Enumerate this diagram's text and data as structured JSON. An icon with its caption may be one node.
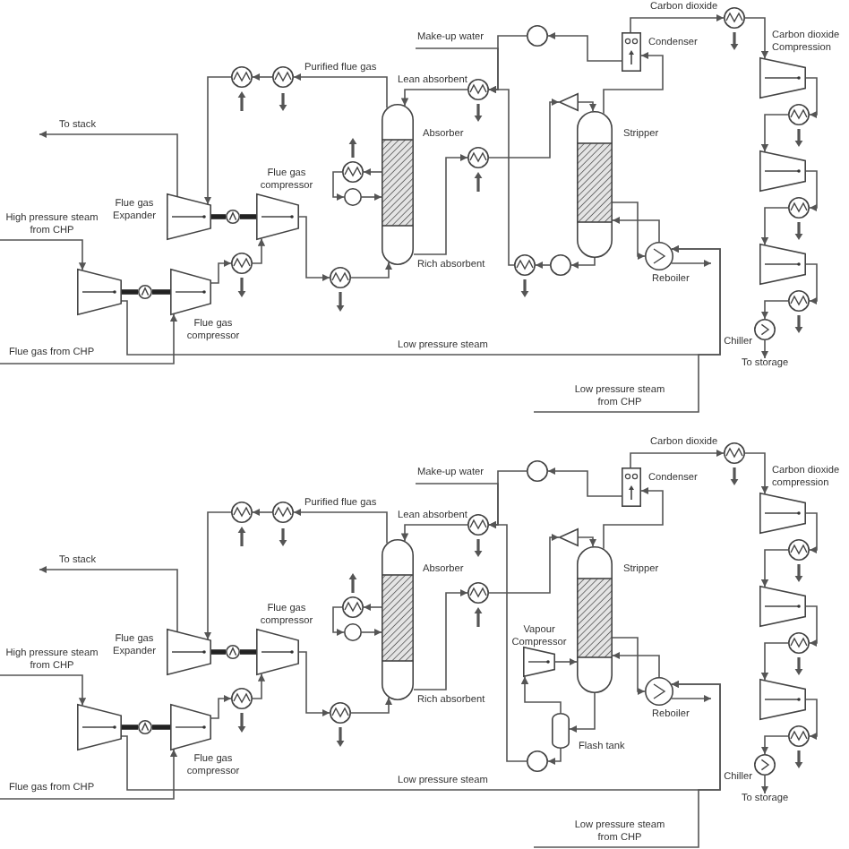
{
  "diagram": {
    "nodes": [
      {
        "text": [],
        "shape": "trapezoid"
      },
      {
        "text": [],
        "shape": "circle"
      },
      {
        "text": [
          "Flue gas compressor"
        ]
      },
      {
        "text": [],
        "shape": "circle"
      },
      {
        "text": [
          "Flue gas Expander"
        ]
      },
      {
        "text": [],
        "shape": "circle"
      },
      {
        "text": [
          "Flue gas compressor"
        ]
      },
      {
        "text": [],
        "shape": "circle"
      },
      {
        "text": [
          "Absorber"
        ]
      },
      {
        "text": [],
        "shape": "circle"
      },
      {
        "text": [],
        "shape": "circle"
      },
      {
        "text": [],
        "shape": "circle"
      },
      {
        "text": [],
        "shape": "circle"
      },
      {
        "text": [],
        "shape": "circle"
      },
      {
        "text": [],
        "shape": "circle"
      },
      {
        "text": [],
        "shape": "triangle"
      },
      {
        "text": [
          "Stripper"
        ]
      },
      {
        "text": [
          "Condenser"
        ]
      },
      {
        "text": [],
        "shape": "circle"
      },
      {
        "text": [],
        "shape": "circle"
      },
      {
        "text": [],
        "shape": "circle"
      },
      {
        "text": [
          "Reboiler"
        ]
      },
      {
        "text": [],
        "shape": "circle"
      },
      {
        "text": [
          "Carbon dioxide Compression"
        ]
      },
      {
        "text": [],
        "shape": "circle"
      },
      {
        "text": [],
        "shape": "trapezoid"
      },
      {
        "text": [],
        "shape": "circle"
      },
      {
        "text": [],
        "shape": "trapezoid"
      },
      {
        "text": [],
        "shape": "circle"
      },
      {
        "text": [
          "Chiller"
        ]
      },
      {
        "text": [
          "To storage"
        ]
      },
      {
        "text": [],
        "shape": "trapezoid"
      },
      {
        "text": [],
        "shape": "circle"
      },
      {
        "text": [
          "Flue gas compressor"
        ]
      },
      {
        "text": [],
        "shape": "circle"
      },
      {
        "text": [
          "Flue gas Expander"
        ]
      },
      {
        "text": [],
        "shape": "circle"
      },
      {
        "text": [
          "Flue gas compressor"
        ]
      },
      {
        "text": [],
        "shape": "circle"
      },
      {
        "text": [
          "Absorber"
        ]
      },
      {
        "text": [],
        "shape": "circle"
      },
      {
        "text": [],
        "shape": "circle"
      },
      {
        "text": [],
        "shape": "circle"
      },
      {
        "text": [],
        "shape": "circle"
      },
      {
        "text": [],
        "shape": "circle"
      },
      {
        "text": [],
        "shape": "circle"
      },
      {
        "text": [],
        "shape": "triangle"
      },
      {
        "text": [
          "Stripper"
        ]
      },
      {
        "text": [
          "Condenser"
        ]
      },
      {
        "text": [],
        "shape": "circle"
      },
      {
        "text": [],
        "shape": "circle"
      },
      {
        "text": [
          "Reboiler"
        ]
      },
      {
        "text": [],
        "shape": "circle"
      },
      {
        "text": [
          "Carbon dioxide compression"
        ]
      },
      {
        "text": [],
        "shape": "circle"
      },
      {
        "text": [],
        "shape": "trapezoid"
      },
      {
        "text": [],
        "shape": "circle"
      },
      {
        "text": [],
        "shape": "trapezoid"
      },
      {
        "text": [],
        "shape": "circle"
      },
      {
        "text": [
          "Chiller"
        ]
      },
      {
        "text": [
          "To storage"
        ]
      },
      {
        "text": [
          "Vapour Compressor"
        ]
      },
      {
        "text": [
          "Flash tank"
        ]
      }
    ],
    "edges": [
      {
        "from": null,
        "to": 0,
        "arrow": "to",
        "label": "High pressure steam from CHP"
      },
      {
        "from": 0,
        "to": 21,
        "arrow": "to",
        "label": "Low pressure steam"
      },
      {
        "from": null,
        "to": 21,
        "arrow": "to",
        "label": "Low pressure steam from CHP"
      },
      {
        "from": 0,
        "to": 1,
        "arrow": "none",
        "style": "thick"
      },
      {
        "from": 1,
        "to": 2,
        "arrow": "none",
        "style": "thick"
      },
      {
        "from": null,
        "to": 2,
        "arrow": "to",
        "label": "Flue gas from CHP"
      },
      {
        "from": 2,
        "to": 3,
        "arrow": "to"
      },
      {
        "from": 3,
        "to": 6,
        "arrow": "to"
      },
      {
        "from": 6,
        "to": 7,
        "arrow": "to"
      },
      {
        "from": 7,
        "to": 8,
        "arrow": "to"
      },
      {
        "from": 8,
        "to": 9,
        "arrow": "to"
      },
      {
        "from": 9,
        "to": 10,
        "arrow": "to"
      },
      {
        "from": 10,
        "to": 8,
        "arrow": "to"
      },
      {
        "from": 8,
        "to": 12,
        "arrow": "to",
        "label": "Purified flue gas"
      },
      {
        "from": 12,
        "to": 11,
        "arrow": "to"
      },
      {
        "from": 11,
        "to": 4,
        "arrow": "to"
      },
      {
        "from": 4,
        "to": null,
        "arrow": "to",
        "label": "To stack"
      },
      {
        "from": 4,
        "to": 5,
        "arrow": "none",
        "style": "thick"
      },
      {
        "from": 5,
        "to": 6,
        "arrow": "none",
        "style": "thick"
      },
      {
        "from": 8,
        "to": 14,
        "arrow": "to",
        "label": "Rich absorbent"
      },
      {
        "from": 14,
        "to": 15,
        "arrow": "to"
      },
      {
        "from": 15,
        "to": 16,
        "arrow": "to"
      },
      {
        "from": 16,
        "to": 17,
        "arrow": "to"
      },
      {
        "from": 17,
        "to": 22,
        "arrow": "to",
        "label": "Carbon dioxide"
      },
      {
        "from": 17,
        "to": 18,
        "arrow": "to"
      },
      {
        "from": 18,
        "to": 13,
        "arrow": "to"
      },
      {
        "from": null,
        "to": 13,
        "arrow": "to",
        "label": "Make-up water"
      },
      {
        "from": 16,
        "to": 19,
        "arrow": "to"
      },
      {
        "from": 19,
        "to": 20,
        "arrow": "to"
      },
      {
        "from": 20,
        "to": 13,
        "arrow": "to"
      },
      {
        "from": 13,
        "to": 8,
        "arrow": "to",
        "label": "Lean absorbent"
      },
      {
        "from": 16,
        "to": 21,
        "arrow": "to"
      },
      {
        "from": 21,
        "to": 16,
        "arrow": "to"
      },
      {
        "from": 21,
        "to": null,
        "arrow": "to"
      },
      {
        "from": 22,
        "to": 23,
        "arrow": "to"
      },
      {
        "from": 23,
        "to": 24,
        "arrow": "to"
      },
      {
        "from": 24,
        "to": 25,
        "arrow": "to"
      },
      {
        "from": 25,
        "to": 26,
        "arrow": "to"
      },
      {
        "from": 26,
        "to": 27,
        "arrow": "to"
      },
      {
        "from": 27,
        "to": 28,
        "arrow": "to"
      },
      {
        "from": 28,
        "to": 29,
        "arrow": "to"
      },
      {
        "from": 29,
        "to": 30,
        "arrow": "to"
      },
      {
        "from": null,
        "to": 31,
        "arrow": "to",
        "label": "High pressure steam from CHP"
      },
      {
        "from": 31,
        "to": 51,
        "arrow": "to",
        "label": "Low pressure steam"
      },
      {
        "from": null,
        "to": 51,
        "arrow": "to",
        "label": "Low pressure steam from CHP"
      },
      {
        "from": 31,
        "to": 32,
        "arrow": "none",
        "style": "thick"
      },
      {
        "from": 32,
        "to": 33,
        "arrow": "none",
        "style": "thick"
      },
      {
        "from": null,
        "to": 33,
        "arrow": "to",
        "label": "Flue gas from CHP"
      },
      {
        "from": 33,
        "to": 34,
        "arrow": "to"
      },
      {
        "from": 34,
        "to": 37,
        "arrow": "to"
      },
      {
        "from": 37,
        "to": 38,
        "arrow": "to"
      },
      {
        "from": 38,
        "to": 39,
        "arrow": "to"
      },
      {
        "from": 39,
        "to": 40,
        "arrow": "to"
      },
      {
        "from": 40,
        "to": 41,
        "arrow": "to"
      },
      {
        "from": 41,
        "to": 39,
        "arrow": "to"
      },
      {
        "from": 39,
        "to": 43,
        "arrow": "to",
        "label": "Purified flue gas"
      },
      {
        "from": 43,
        "to": 42,
        "arrow": "to"
      },
      {
        "from": 42,
        "to": 35,
        "arrow": "to"
      },
      {
        "from": 35,
        "to": null,
        "arrow": "to",
        "label": "To stack"
      },
      {
        "from": 35,
        "to": 36,
        "arrow": "none",
        "style": "thick"
      },
      {
        "from": 36,
        "to": 37,
        "arrow": "none",
        "style": "thick"
      },
      {
        "from": 39,
        "to": 45,
        "arrow": "to",
        "label": "Rich absorbent"
      },
      {
        "from": 45,
        "to": 46,
        "arrow": "to"
      },
      {
        "from": 46,
        "to": 47,
        "arrow": "to"
      },
      {
        "from": 47,
        "to": 48,
        "arrow": "to"
      },
      {
        "from": 48,
        "to": 52,
        "arrow": "to",
        "label": "Carbon dioxide"
      },
      {
        "from": 48,
        "to": 49,
        "arrow": "to"
      },
      {
        "from": 49,
        "to": 44,
        "arrow": "to"
      },
      {
        "from": null,
        "to": 44,
        "arrow": "to",
        "label": "Make-up water"
      },
      {
        "from": 44,
        "to": 39,
        "arrow": "to",
        "label": "Lean absorbent"
      },
      {
        "from": 47,
        "to": 51,
        "arrow": "to"
      },
      {
        "from": 51,
        "to": 47,
        "arrow": "to"
      },
      {
        "from": 51,
        "to": null,
        "arrow": "to"
      },
      {
        "from": 52,
        "to": 53,
        "arrow": "to"
      },
      {
        "from": 53,
        "to": 54,
        "arrow": "to"
      },
      {
        "from": 54,
        "to": 55,
        "arrow": "to"
      },
      {
        "from": 55,
        "to": 56,
        "arrow": "to"
      },
      {
        "from": 56,
        "to": 57,
        "arrow": "to"
      },
      {
        "from": 57,
        "to": 58,
        "arrow": "to"
      },
      {
        "from": 58,
        "to": 59,
        "arrow": "to"
      },
      {
        "from": 59,
        "to": 60,
        "arrow": "to"
      },
      {
        "from": 47,
        "to": 62,
        "arrow": "to"
      },
      {
        "from": 62,
        "to": 61,
        "arrow": "to"
      },
      {
        "from": 61,
        "to": 47,
        "arrow": "to"
      },
      {
        "from": 62,
        "to": 50,
        "arrow": "to"
      },
      {
        "from": 50,
        "to": 44,
        "arrow": "to"
      }
    ]
  }
}
